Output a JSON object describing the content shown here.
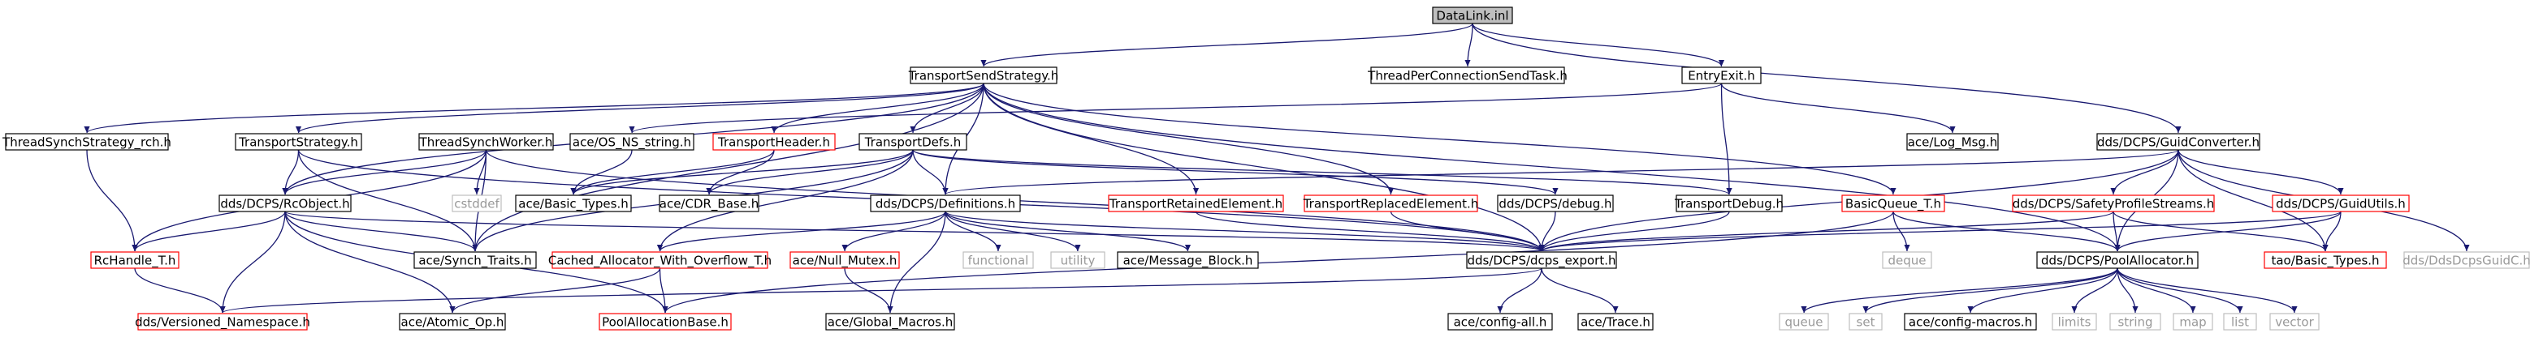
{
  "colors": {
    "edge": "#191970",
    "border_normal": "#000000",
    "border_undocumented": "#ff0000",
    "border_external": "#bfbfbf",
    "root_fill": "#bfbfbf",
    "text_normal": "#000000",
    "text_external": "#999999"
  },
  "diagram": {
    "nodes": [
      {
        "id": "datalink",
        "label": "DataLink.inl",
        "kind": "root"
      },
      {
        "id": "transportsendstrategy",
        "label": "TransportSendStrategy.h",
        "kind": "normal"
      },
      {
        "id": "threadperconnection",
        "label": "ThreadPerConnectionSendTask.h",
        "kind": "normal"
      },
      {
        "id": "entryexit",
        "label": "EntryExit.h",
        "kind": "normal"
      },
      {
        "id": "threadsynchstrategy",
        "label": "ThreadSynchStrategy_rch.h",
        "kind": "normal"
      },
      {
        "id": "transportstrategy",
        "label": "TransportStrategy.h",
        "kind": "normal"
      },
      {
        "id": "threadsynchworker",
        "label": "ThreadSynchWorker.h",
        "kind": "normal"
      },
      {
        "id": "osnsstring",
        "label": "ace/OS_NS_string.h",
        "kind": "normal"
      },
      {
        "id": "transportheader",
        "label": "TransportHeader.h",
        "kind": "undocumented"
      },
      {
        "id": "transportdefs",
        "label": "TransportDefs.h",
        "kind": "normal"
      },
      {
        "id": "logmsg",
        "label": "ace/Log_Msg.h",
        "kind": "normal"
      },
      {
        "id": "guidconverter",
        "label": "dds/DCPS/GuidConverter.h",
        "kind": "normal"
      },
      {
        "id": "rcobject",
        "label": "dds/DCPS/RcObject.h",
        "kind": "normal"
      },
      {
        "id": "cstddef",
        "label": "cstddef",
        "kind": "external"
      },
      {
        "id": "basictypes",
        "label": "ace/Basic_Types.h",
        "kind": "normal"
      },
      {
        "id": "cdrbase",
        "label": "ace/CDR_Base.h",
        "kind": "normal"
      },
      {
        "id": "definitions",
        "label": "dds/DCPS/Definitions.h",
        "kind": "normal"
      },
      {
        "id": "retained",
        "label": "TransportRetainedElement.h",
        "kind": "undocumented"
      },
      {
        "id": "replaced",
        "label": "TransportReplacedElement.h",
        "kind": "undocumented"
      },
      {
        "id": "debug",
        "label": "dds/DCPS/debug.h",
        "kind": "normal"
      },
      {
        "id": "transportdebug",
        "label": "TransportDebug.h",
        "kind": "normal"
      },
      {
        "id": "basicqueue",
        "label": "BasicQueue_T.h",
        "kind": "undocumented"
      },
      {
        "id": "safetyprofile",
        "label": "dds/DCPS/SafetyProfileStreams.h",
        "kind": "undocumented"
      },
      {
        "id": "guidutils",
        "label": "dds/DCPS/GuidUtils.h",
        "kind": "undocumented"
      },
      {
        "id": "rchandle",
        "label": "RcHandle_T.h",
        "kind": "undocumented"
      },
      {
        "id": "synchtraits",
        "label": "ace/Synch_Traits.h",
        "kind": "normal"
      },
      {
        "id": "cachedalloc",
        "label": "Cached_Allocator_With_Overflow_T.h",
        "kind": "undocumented"
      },
      {
        "id": "nullmutex",
        "label": "ace/Null_Mutex.h",
        "kind": "undocumented"
      },
      {
        "id": "functional",
        "label": "functional",
        "kind": "external"
      },
      {
        "id": "utility",
        "label": "utility",
        "kind": "external"
      },
      {
        "id": "messageblock",
        "label": "ace/Message_Block.h",
        "kind": "normal"
      },
      {
        "id": "dcpsexport",
        "label": "dds/DCPS/dcps_export.h",
        "kind": "normal"
      },
      {
        "id": "deque",
        "label": "deque",
        "kind": "external"
      },
      {
        "id": "poolallocator",
        "label": "dds/DCPS/PoolAllocator.h",
        "kind": "normal"
      },
      {
        "id": "taobasictypes",
        "label": "tao/Basic_Types.h",
        "kind": "undocumented"
      },
      {
        "id": "ddsguidc",
        "label": "dds/DdsDcpsGuidC.h",
        "kind": "external"
      },
      {
        "id": "versioned",
        "label": "dds/Versioned_Namespace.h",
        "kind": "undocumented"
      },
      {
        "id": "atomicop",
        "label": "ace/Atomic_Op.h",
        "kind": "normal"
      },
      {
        "id": "poolallocbase",
        "label": "PoolAllocationBase.h",
        "kind": "undocumented"
      },
      {
        "id": "globalmacros",
        "label": "ace/Global_Macros.h",
        "kind": "normal"
      },
      {
        "id": "configall",
        "label": "ace/config-all.h",
        "kind": "normal"
      },
      {
        "id": "trace",
        "label": "ace/Trace.h",
        "kind": "normal"
      },
      {
        "id": "queue",
        "label": "queue",
        "kind": "external"
      },
      {
        "id": "set",
        "label": "set",
        "kind": "external"
      },
      {
        "id": "configmacros",
        "label": "ace/config-macros.h",
        "kind": "normal"
      },
      {
        "id": "limits",
        "label": "limits",
        "kind": "external"
      },
      {
        "id": "string",
        "label": "string",
        "kind": "external"
      },
      {
        "id": "map",
        "label": "map",
        "kind": "external"
      },
      {
        "id": "list",
        "label": "list",
        "kind": "external"
      },
      {
        "id": "vector",
        "label": "vector",
        "kind": "external"
      }
    ],
    "edges": [
      [
        "datalink",
        "transportsendstrategy"
      ],
      [
        "datalink",
        "threadperconnection"
      ],
      [
        "datalink",
        "entryexit"
      ],
      [
        "datalink",
        "guidconverter"
      ],
      [
        "transportsendstrategy",
        "threadsynchstrategy"
      ],
      [
        "transportsendstrategy",
        "transportstrategy"
      ],
      [
        "transportsendstrategy",
        "rcobject"
      ],
      [
        "transportsendstrategy",
        "transportheader"
      ],
      [
        "transportsendstrategy",
        "transportdefs"
      ],
      [
        "transportsendstrategy",
        "definitions"
      ],
      [
        "transportsendstrategy",
        "retained"
      ],
      [
        "transportsendstrategy",
        "replaced"
      ],
      [
        "transportsendstrategy",
        "basicqueue"
      ],
      [
        "transportsendstrategy",
        "dcpsexport"
      ],
      [
        "transportsendstrategy",
        "poolallocator"
      ],
      [
        "transportsendstrategy",
        "synchtraits"
      ],
      [
        "entryexit",
        "osnsstring"
      ],
      [
        "entryexit",
        "logmsg"
      ],
      [
        "entryexit",
        "transportdebug"
      ],
      [
        "guidconverter",
        "definitions"
      ],
      [
        "guidconverter",
        "dcpsexport"
      ],
      [
        "guidconverter",
        "safetyprofile"
      ],
      [
        "guidconverter",
        "guidutils"
      ],
      [
        "guidconverter",
        "poolallocator"
      ],
      [
        "guidconverter",
        "ddsguidc"
      ],
      [
        "guidconverter",
        "taobasictypes"
      ],
      [
        "threadsynchstrategy",
        "rchandle"
      ],
      [
        "transportstrategy",
        "rcobject"
      ],
      [
        "transportstrategy",
        "synchtraits"
      ],
      [
        "transportstrategy",
        "dcpsexport"
      ],
      [
        "threadsynchworker",
        "rcobject"
      ],
      [
        "threadsynchworker",
        "cstddef"
      ],
      [
        "threadsynchworker",
        "synchtraits"
      ],
      [
        "threadsynchworker",
        "rchandle"
      ],
      [
        "threadsynchworker",
        "dcpsexport"
      ],
      [
        "osnsstring",
        "basictypes"
      ],
      [
        "transportheader",
        "basictypes"
      ],
      [
        "transportheader",
        "cdrbase"
      ],
      [
        "transportdefs",
        "basictypes"
      ],
      [
        "transportdefs",
        "cdrbase"
      ],
      [
        "transportdefs",
        "definitions"
      ],
      [
        "transportdefs",
        "debug"
      ],
      [
        "transportdefs",
        "transportdebug"
      ],
      [
        "transportdefs",
        "cachedalloc"
      ],
      [
        "transportdefs",
        "synchtraits"
      ],
      [
        "rcobject",
        "rchandle"
      ],
      [
        "rcobject",
        "versioned"
      ],
      [
        "rcobject",
        "synchtraits"
      ],
      [
        "rcobject",
        "atomicop"
      ],
      [
        "rcobject",
        "poolallocbase"
      ],
      [
        "rcobject",
        "dcpsexport"
      ],
      [
        "definitions",
        "cachedalloc"
      ],
      [
        "definitions",
        "nullmutex"
      ],
      [
        "definitions",
        "functional"
      ],
      [
        "definitions",
        "utility"
      ],
      [
        "definitions",
        "messageblock"
      ],
      [
        "definitions",
        "globalmacros"
      ],
      [
        "definitions",
        "dcpsexport"
      ],
      [
        "retained",
        "dcpsexport"
      ],
      [
        "replaced",
        "dcpsexport"
      ],
      [
        "debug",
        "dcpsexport"
      ],
      [
        "transportdebug",
        "dcpsexport"
      ],
      [
        "basicqueue",
        "deque"
      ],
      [
        "basicqueue",
        "poolallocator"
      ],
      [
        "basicqueue",
        "poolallocbase"
      ],
      [
        "safetyprofile",
        "dcpsexport"
      ],
      [
        "safetyprofile",
        "poolallocator"
      ],
      [
        "safetyprofile",
        "taobasictypes"
      ],
      [
        "guidutils",
        "dcpsexport"
      ],
      [
        "guidutils",
        "poolallocator"
      ],
      [
        "guidutils",
        "taobasictypes"
      ],
      [
        "rchandle",
        "versioned"
      ],
      [
        "cachedalloc",
        "atomicop"
      ],
      [
        "cachedalloc",
        "poolallocbase"
      ],
      [
        "nullmutex",
        "globalmacros"
      ],
      [
        "dcpsexport",
        "versioned"
      ],
      [
        "dcpsexport",
        "configall"
      ],
      [
        "dcpsexport",
        "trace"
      ],
      [
        "poolallocator",
        "queue"
      ],
      [
        "poolallocator",
        "set"
      ],
      [
        "poolallocator",
        "configmacros"
      ],
      [
        "poolallocator",
        "limits"
      ],
      [
        "poolallocator",
        "string"
      ],
      [
        "poolallocator",
        "map"
      ],
      [
        "poolallocator",
        "list"
      ],
      [
        "poolallocator",
        "vector"
      ]
    ]
  }
}
